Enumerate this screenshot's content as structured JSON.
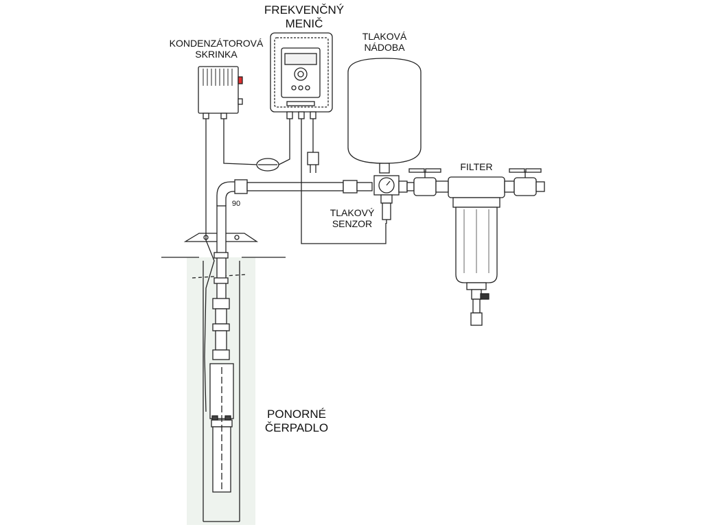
{
  "labels": {
    "inverter": [
      "FREKVENČNÝ",
      "MENIČ"
    ],
    "capacitor": [
      "KONDENZÁTOROVÁ",
      "SKRINKA"
    ],
    "tank": [
      "TLAKOVÁ",
      "NÁDOBA"
    ],
    "filter": "FILTER",
    "sensor": [
      "TLAKOVÝ",
      "SENZOR"
    ],
    "pump": [
      "PONORNÉ",
      "ČERPADLO"
    ],
    "elbow": "90"
  }
}
